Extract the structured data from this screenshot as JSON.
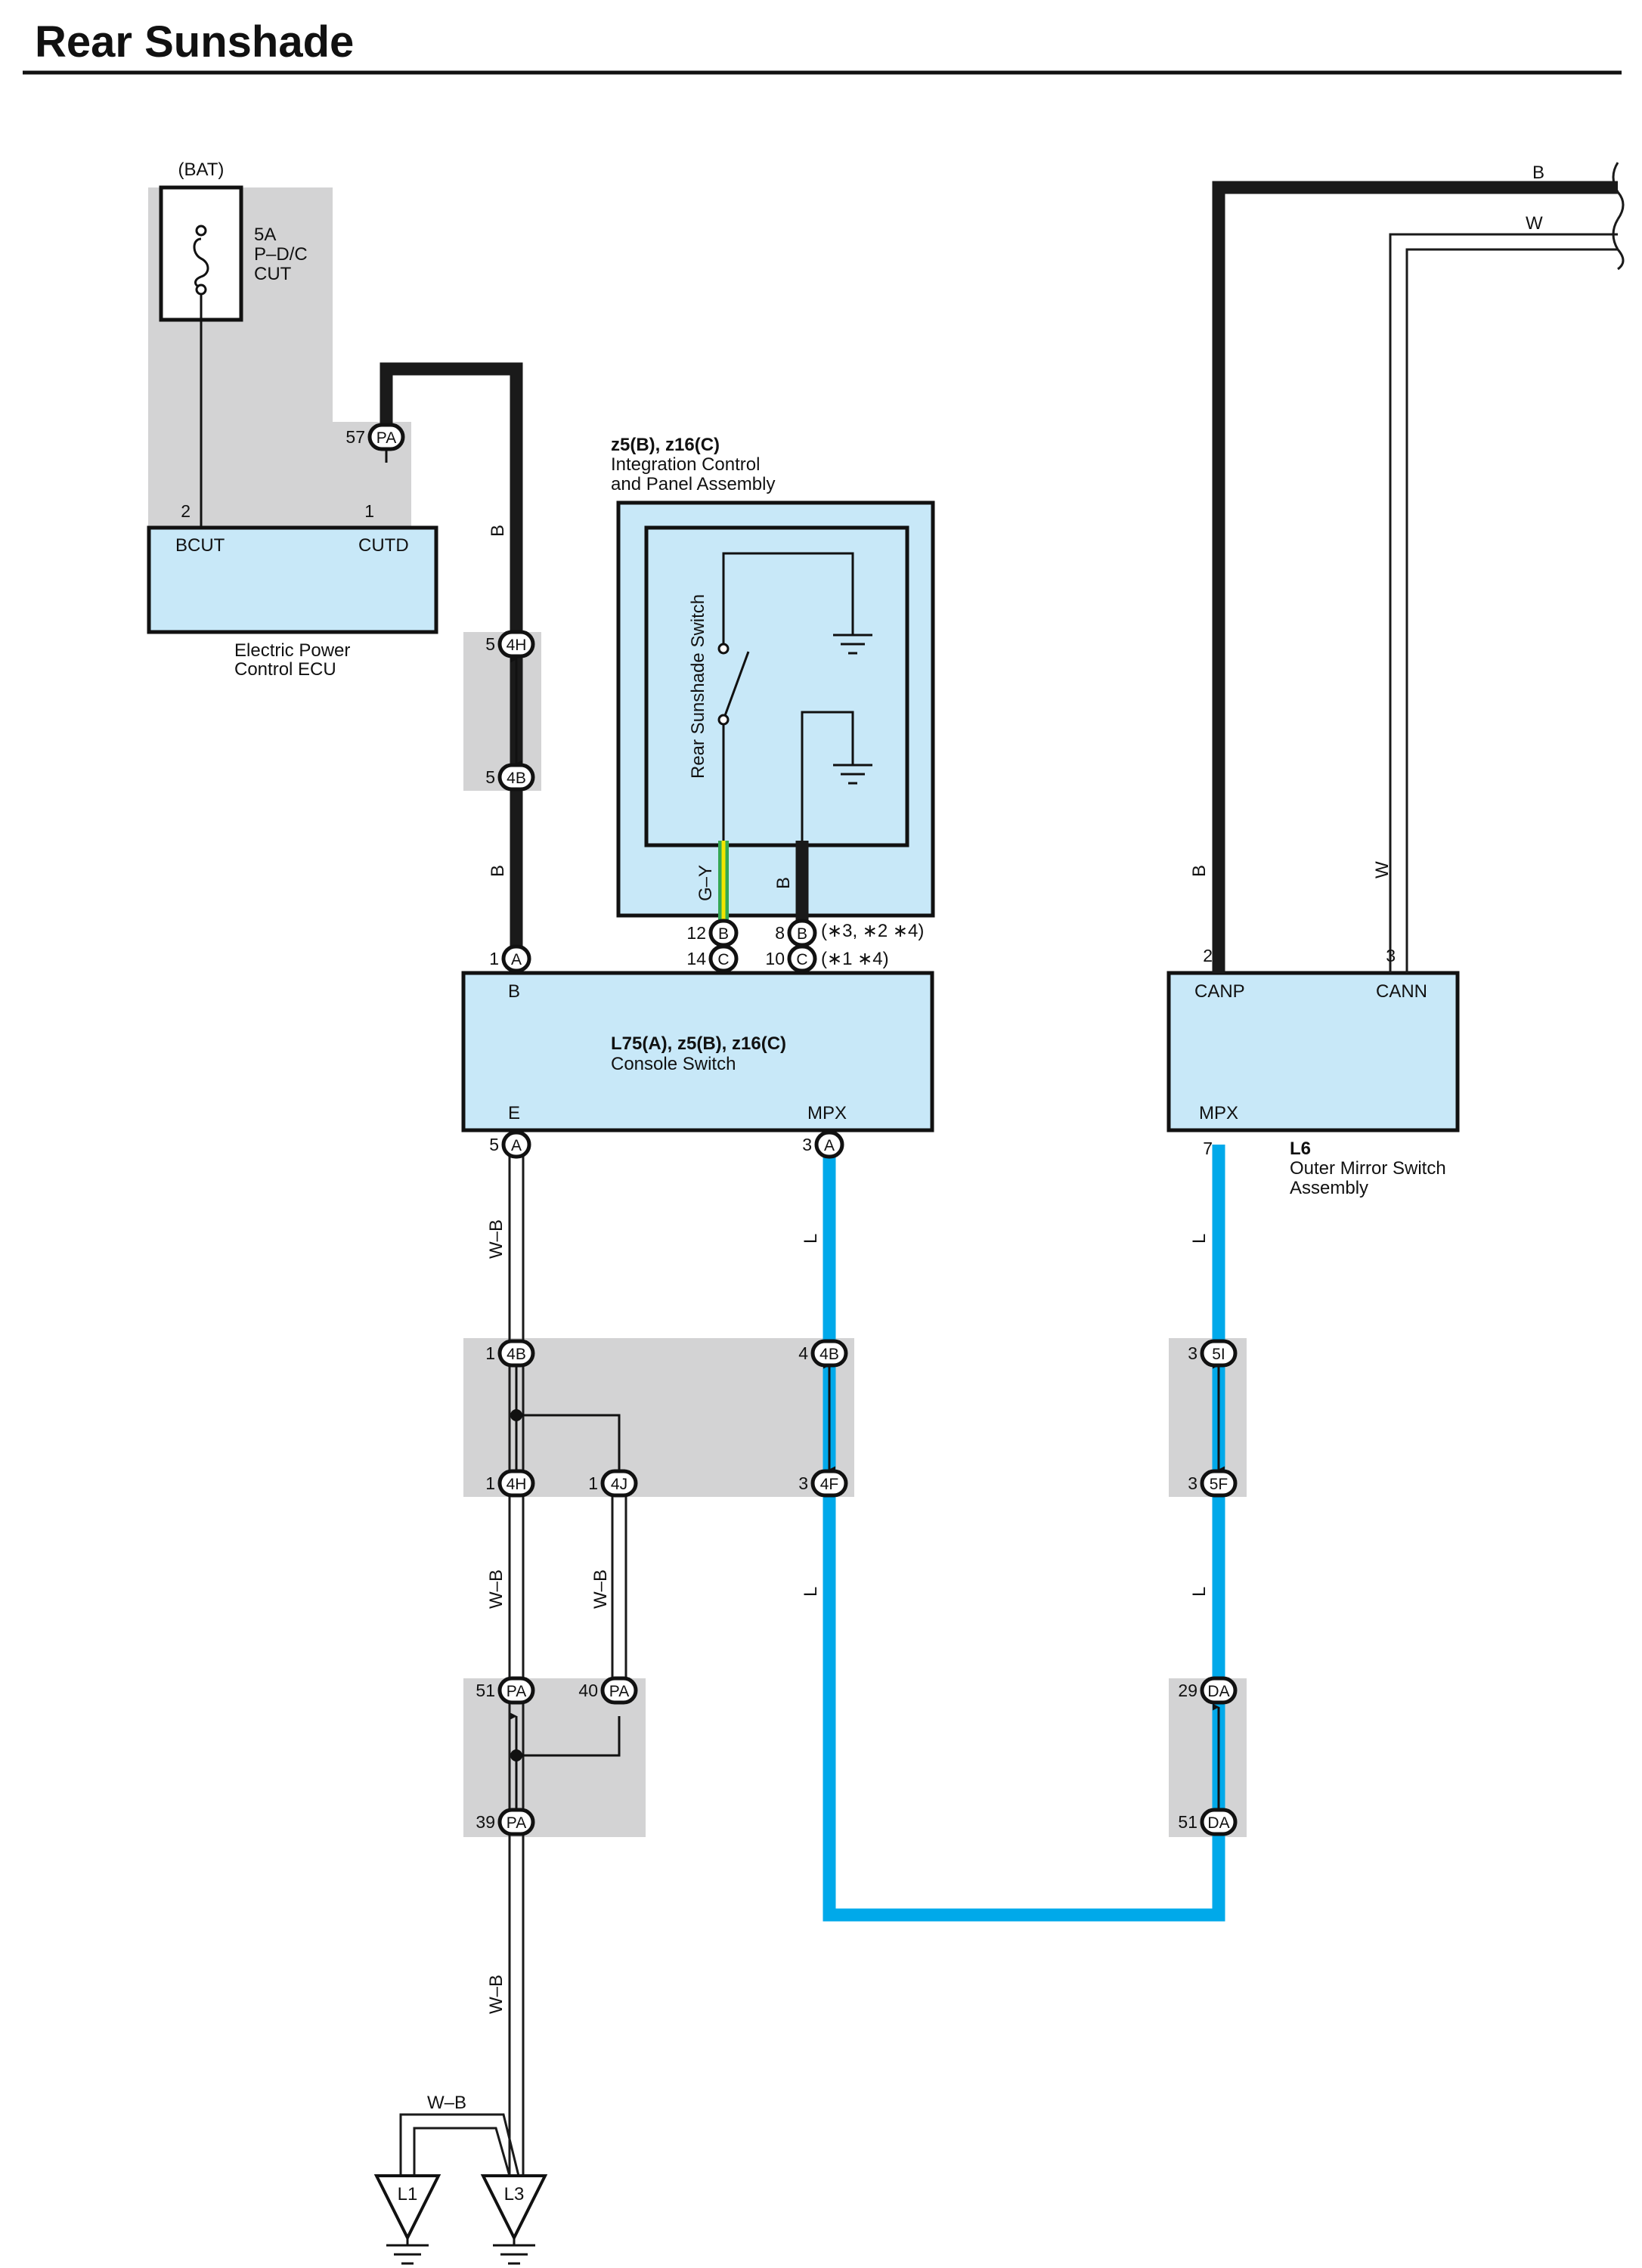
{
  "title": "Rear Sunshade",
  "colors": {
    "wire_black": "#1a1a1a",
    "wire_blue": "#00a9ea",
    "component_fill": "#c8e8f8",
    "shade": "#d3d3d4",
    "gy_green": "#34a853",
    "gy_yellow": "#f2e600"
  },
  "fuse": {
    "supply": "(BAT)",
    "rating": "5A",
    "name1": "P–D/C",
    "name2": "CUT"
  },
  "ecu": {
    "name1": "Electric Power",
    "name2": "Control ECU",
    "t_bcut": "BCUT",
    "t_cutd": "CUTD",
    "p_bcut": "2",
    "p_cutd": "1"
  },
  "integ": {
    "code": "z5(B), z16(C)",
    "name1": "Integration Control",
    "name2": "and Panel Assembly",
    "switch": "Rear Sunshade Switch"
  },
  "console": {
    "code": "L75(A), z5(B), z16(C)",
    "name": "Console Switch",
    "t_b": "B",
    "t_e": "E",
    "t_mpx": "MPX"
  },
  "mirror": {
    "code": "L6",
    "name1": "Outer Mirror Switch",
    "name2": "Assembly",
    "t_canp": "CANP",
    "t_cann": "CANN",
    "t_mpx": "MPX",
    "p_canp": "2",
    "p_cann": "3",
    "p_mpx": "7"
  },
  "wires": {
    "b": "B",
    "w": "W",
    "wb": "W–B",
    "gy": "G–Y",
    "l": "L"
  },
  "notes": {
    "n1": "(∗3, ∗2 ∗4)",
    "n2": "(∗1 ∗4)"
  },
  "grounds": {
    "g1": "L1",
    "g2": "L3"
  },
  "connectors": {
    "pa57": {
      "pin": "57",
      "id": "PA"
    },
    "h4a": {
      "pin": "5",
      "id": "4H"
    },
    "b4a": {
      "pin": "5",
      "id": "4B"
    },
    "a1": {
      "pin": "1",
      "id": "A"
    },
    "b12": {
      "pin": "12",
      "id": "B"
    },
    "c14": {
      "pin": "14",
      "id": "C"
    },
    "b8": {
      "pin": "8",
      "id": "B"
    },
    "c10": {
      "pin": "10",
      "id": "C"
    },
    "a5": {
      "pin": "5",
      "id": "A"
    },
    "a3": {
      "pin": "3",
      "id": "A"
    },
    "b4b": {
      "pin": "1",
      "id": "4B"
    },
    "b4c": {
      "pin": "4",
      "id": "4B"
    },
    "h4b": {
      "pin": "1",
      "id": "4H"
    },
    "j4": {
      "pin": "1",
      "id": "4J"
    },
    "f4": {
      "pin": "3",
      "id": "4F"
    },
    "i5": {
      "pin": "3",
      "id": "5I"
    },
    "f5": {
      "pin": "3",
      "id": "5F"
    },
    "pa51": {
      "pin": "51",
      "id": "PA"
    },
    "pa40": {
      "pin": "40",
      "id": "PA"
    },
    "pa39": {
      "pin": "39",
      "id": "PA"
    },
    "da29": {
      "pin": "29",
      "id": "DA"
    },
    "da51": {
      "pin": "51",
      "id": "DA"
    }
  }
}
